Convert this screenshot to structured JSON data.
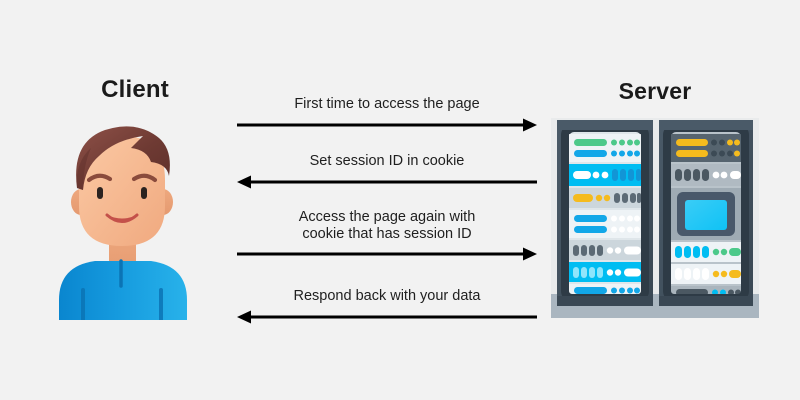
{
  "diagram": {
    "title_client": "Client",
    "title_server": "Server",
    "background_color": "#f2f2f2",
    "text_color": "#1f1f1f",
    "arrow_color": "#000000"
  },
  "messages": [
    {
      "label": "First time to access the page",
      "label_line2": "",
      "direction": "right",
      "from": "Client",
      "to": "Server"
    },
    {
      "label": "Set session ID in cookie",
      "label_line2": "",
      "direction": "left",
      "from": "Server",
      "to": "Client"
    },
    {
      "label": "Access the page again with",
      "label_line2": "cookie that has session ID",
      "direction": "right",
      "from": "Client",
      "to": "Server"
    },
    {
      "label": "Respond back with your data",
      "label_line2": "",
      "direction": "left",
      "from": "Server",
      "to": "Client"
    }
  ],
  "client_avatar": {
    "icon": "person-avatar-icon",
    "hair_color": "#7a4038",
    "skin_color": "#f4b183",
    "shirt_color": "#1e9fe0"
  },
  "server_illustration": {
    "icon": "server-rack-icon",
    "rack_body_color": "#3f4d5a",
    "base_color": "#aab6c0",
    "accent_blue": "#00b6f0",
    "accent_green": "#4cc98a",
    "accent_yellow": "#f5bb1d",
    "screen_color": "#0fc2f5"
  }
}
